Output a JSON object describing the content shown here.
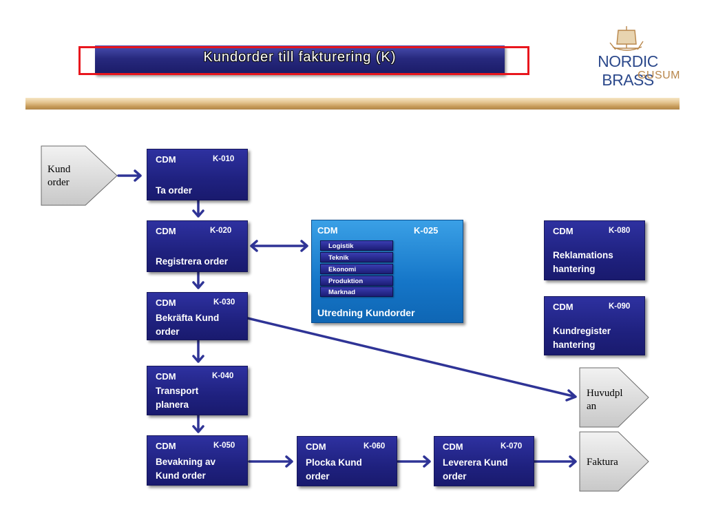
{
  "header": {
    "title": "Kundorder till fakturering (K)",
    "logo_title": "NORDIC BRASS",
    "logo_sub": "GUSUM"
  },
  "terminals": {
    "kundorder": "Kund order",
    "kundorder_lines": [
      "Kund",
      "order"
    ],
    "huvudplan_lines": [
      "Huvudpl",
      "an"
    ],
    "faktura": "Faktura"
  },
  "processes": {
    "k010": {
      "cdm": "CDM",
      "code": "K-010",
      "label_lines": [
        "Ta order"
      ]
    },
    "k020": {
      "cdm": "CDM",
      "code": "K-020",
      "label_lines": [
        "Registrera order"
      ]
    },
    "k030": {
      "cdm": "CDM",
      "code": "K-030",
      "label_lines": [
        "Bekräfta Kund",
        "order"
      ]
    },
    "k040": {
      "cdm": "CDM",
      "code": "K-040",
      "label_lines": [
        "Transport",
        "planera"
      ]
    },
    "k050": {
      "cdm": "CDM",
      "code": "K-050",
      "label_lines": [
        "Bevakning av",
        "Kund order"
      ]
    },
    "k060": {
      "cdm": "CDM",
      "code": "K-060",
      "label_lines": [
        "Plocka Kund",
        "order"
      ]
    },
    "k070": {
      "cdm": "CDM",
      "code": "K-070",
      "label_lines": [
        "Leverera Kund",
        "order"
      ]
    },
    "k080": {
      "cdm": "CDM",
      "code": "K-080",
      "label_lines": [
        "Reklamations",
        "hantering"
      ]
    },
    "k090": {
      "cdm": "CDM",
      "code": "K-090",
      "label_lines": [
        "Kundregister",
        "hantering"
      ]
    },
    "k025": {
      "cdm": "CDM",
      "code": "K-025",
      "label": "Utredning Kundorder",
      "subitems": [
        "Logistik",
        "Teknik",
        "Ekonomi",
        "Produktion",
        "Marknad"
      ]
    }
  },
  "colors": {
    "process_fill": "#23258a",
    "investigation_fill": "#1576c8",
    "arrow": "#2f3496",
    "title_frame": "#e8161d",
    "terminal_fill": "#dcdcdc"
  }
}
